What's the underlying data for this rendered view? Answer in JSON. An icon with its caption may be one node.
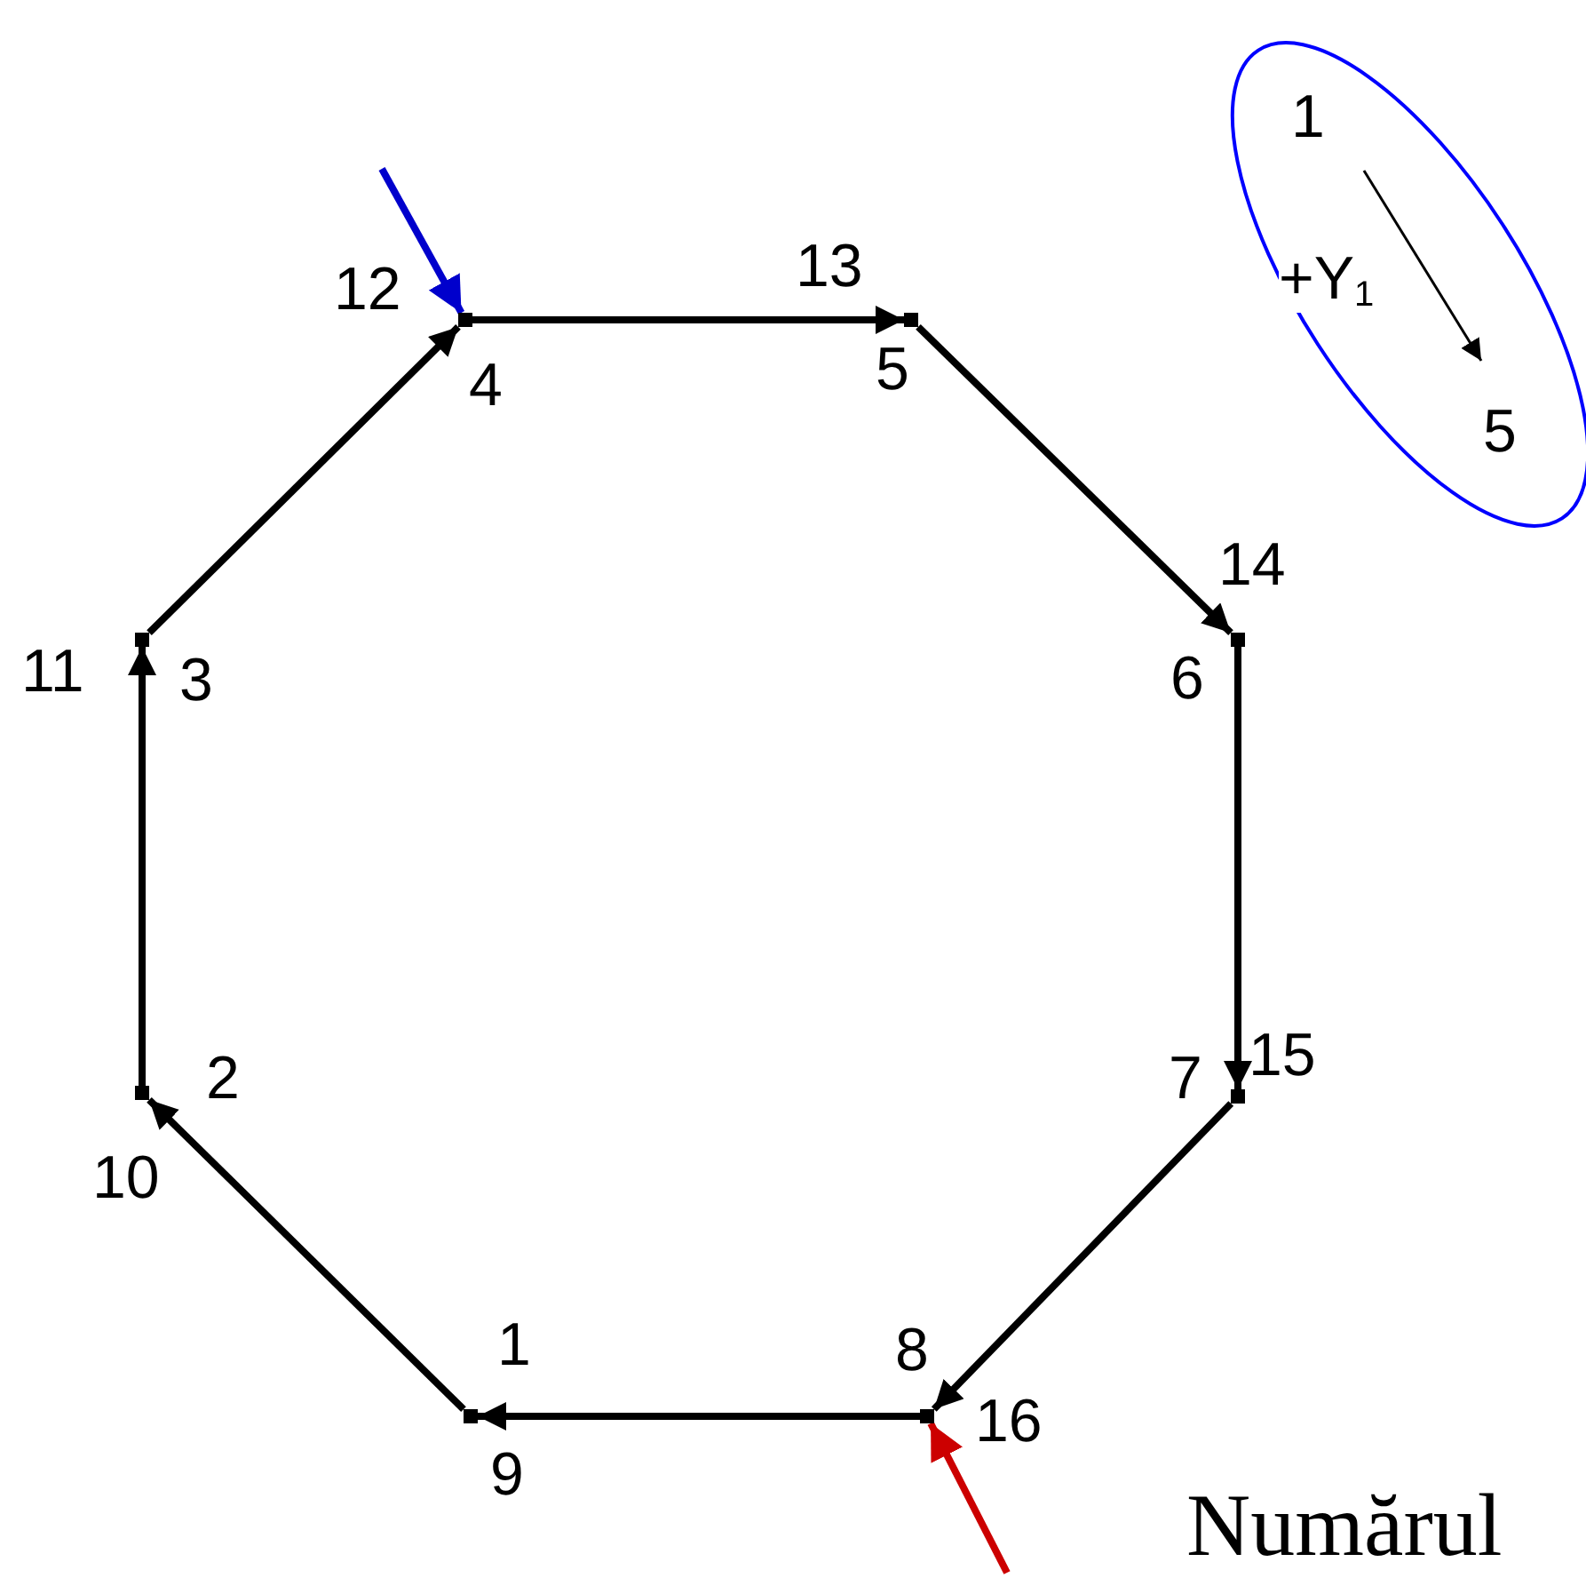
{
  "diagram": {
    "nodes": [
      {
        "text": [],
        "shape": "point",
        "beside": [
          "1",
          "9"
        ]
      },
      {
        "text": [],
        "shape": "point",
        "beside": [
          "2",
          "10"
        ]
      },
      {
        "text": [],
        "shape": "point",
        "beside": [
          "3",
          "11"
        ]
      },
      {
        "text": [],
        "shape": "point",
        "beside": [
          "4",
          "12"
        ]
      },
      {
        "text": [],
        "shape": "point",
        "beside": [
          "5",
          "13"
        ]
      },
      {
        "text": [],
        "shape": "point",
        "beside": [
          "6",
          "14"
        ]
      },
      {
        "text": [],
        "shape": "point",
        "beside": [
          "7",
          "15"
        ]
      },
      {
        "text": [],
        "shape": "point",
        "beside": [
          "8",
          "16"
        ]
      },
      {
        "text": [],
        "shape": "ellipse"
      },
      {
        "text": [
          "1"
        ],
        "in": 8
      },
      {
        "text": [
          "5"
        ],
        "in": 8
      }
    ],
    "edges": [
      {
        "from": 7,
        "to": 0,
        "arrow": "to"
      },
      {
        "from": 0,
        "to": 1,
        "arrow": "to"
      },
      {
        "from": 1,
        "to": 2,
        "arrow": "to"
      },
      {
        "from": 2,
        "to": 3,
        "arrow": "to"
      },
      {
        "from": 3,
        "to": 4,
        "arrow": "to"
      },
      {
        "from": 4,
        "to": 5,
        "arrow": "to"
      },
      {
        "from": 5,
        "to": 6,
        "arrow": "to"
      },
      {
        "from": 6,
        "to": 7,
        "arrow": "to"
      },
      {
        "from": null,
        "to": 3,
        "arrow": "to",
        "color": "#0000cc"
      },
      {
        "from": null,
        "to": 7,
        "arrow": "to",
        "color": "#cc0000"
      },
      {
        "from": 9,
        "to": 10,
        "arrow": "to",
        "label": "+Y$_{1}$"
      }
    ],
    "labels": [
      "Numărul"
    ]
  }
}
